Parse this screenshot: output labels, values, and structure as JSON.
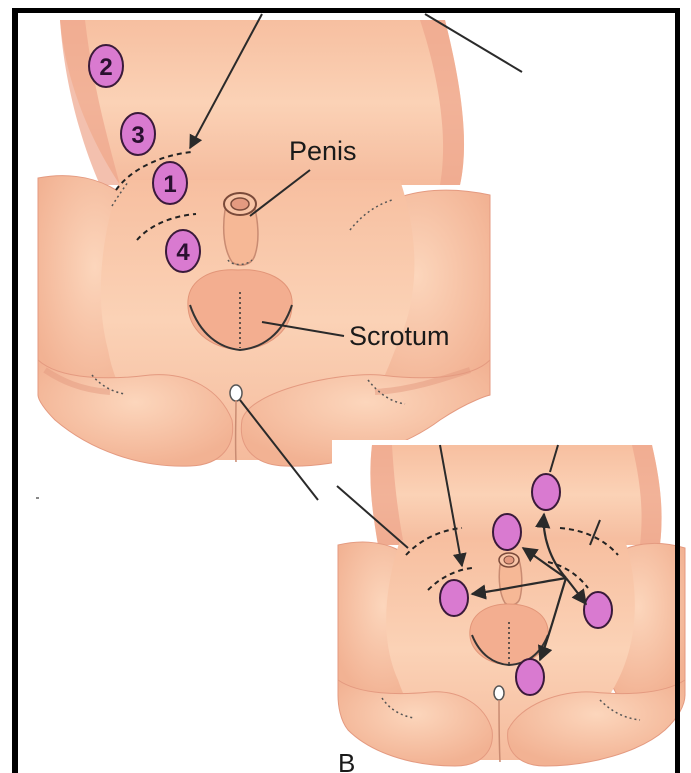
{
  "diagram": {
    "labels": {
      "penis": "Penis",
      "scrotum": "Scrotum",
      "panel_b": "B"
    },
    "sites": [
      {
        "id": "1",
        "label": "1"
      },
      {
        "id": "2",
        "label": "2"
      },
      {
        "id": "3",
        "label": "3"
      },
      {
        "id": "4",
        "label": "4"
      }
    ],
    "colors": {
      "frame": "#000000",
      "skin": "#f8c8a8",
      "skin_shade": "#eea58c",
      "site_fill": "#d97ad0",
      "site_stroke": "#3a1a3a",
      "line": "#2a2a2a"
    }
  }
}
